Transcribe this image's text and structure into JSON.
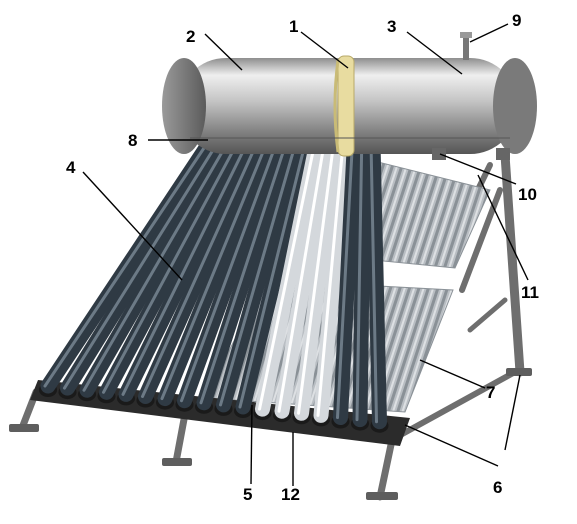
{
  "labels": [
    "1",
    "2",
    "3",
    "4",
    "5",
    "6",
    "7",
    "8",
    "9",
    "10",
    "11",
    "12"
  ],
  "colors": {
    "tank_light": "#e6e6e6",
    "tank_mid": "#a9a9a9",
    "tank_dark": "#6d6d6d",
    "tube_dark": "#2f3a44",
    "tube_light": "#c9ced3",
    "reflector": "#a7adb3",
    "frame": "#7d7d7d",
    "seal_ring": "#e8dca0"
  }
}
